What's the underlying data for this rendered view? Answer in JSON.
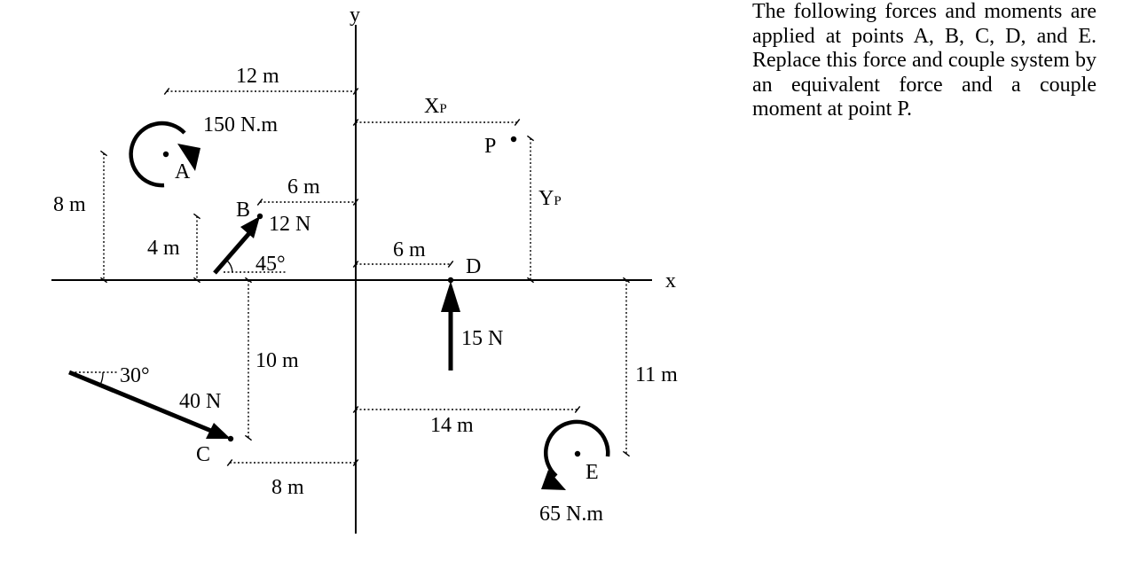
{
  "problem_text": "The following forces and moments are applied at points A, B, C, D, and E. Replace this force and couple system by an equivalent force and a couple moment at point P.",
  "axes": {
    "x": "x",
    "y": "y"
  },
  "points": {
    "A": "A",
    "B": "B",
    "C": "C",
    "D": "D",
    "E": "E",
    "P": "P"
  },
  "forces": {
    "B": "12 N",
    "C": "40 N",
    "D": "15 N"
  },
  "moments": {
    "A": "150 N.m",
    "E": "65 N.m"
  },
  "angles": {
    "B": "45°",
    "C": "30°"
  },
  "dimensions": {
    "A_x": "12 m",
    "A_y": "8 m",
    "B_x": "6 m",
    "B_y": "4 m",
    "C_x": "8 m",
    "C_y": "10 m",
    "D_x": "6 m",
    "E_x": "14 m",
    "E_y": "11 m",
    "P_x": {
      "main": "X",
      "sub": "P"
    },
    "P_y": {
      "main": "Y",
      "sub": "P"
    }
  }
}
